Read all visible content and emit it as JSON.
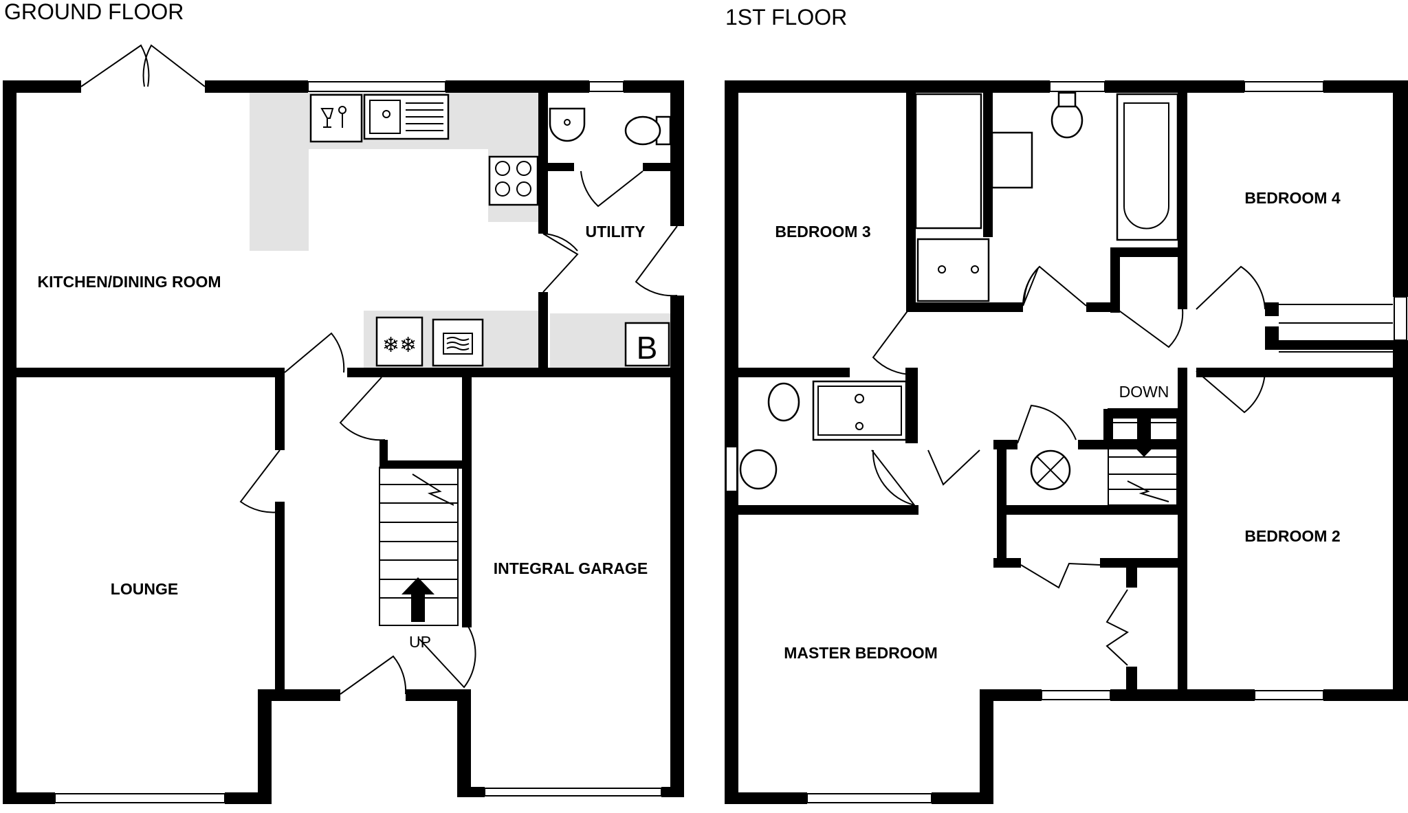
{
  "floors": {
    "ground": {
      "title": "GROUND FLOOR",
      "rooms": {
        "kitchen": "KITCHEN/DINING ROOM",
        "utility": "UTILITY",
        "lounge": "LOUNGE",
        "garage": "INTEGRAL GARAGE"
      },
      "stairs_label": "UP",
      "boiler_label": "B"
    },
    "first": {
      "title": "1ST FLOOR",
      "rooms": {
        "bedroom3": "BEDROOM 3",
        "bedroom4": "BEDROOM 4",
        "bedroom2": "BEDROOM 2",
        "master": "MASTER BEDROOM"
      },
      "stairs_label": "DOWN"
    }
  },
  "colors": {
    "wall": "#000000",
    "worktop": "#e3e3e3",
    "background": "#ffffff"
  }
}
